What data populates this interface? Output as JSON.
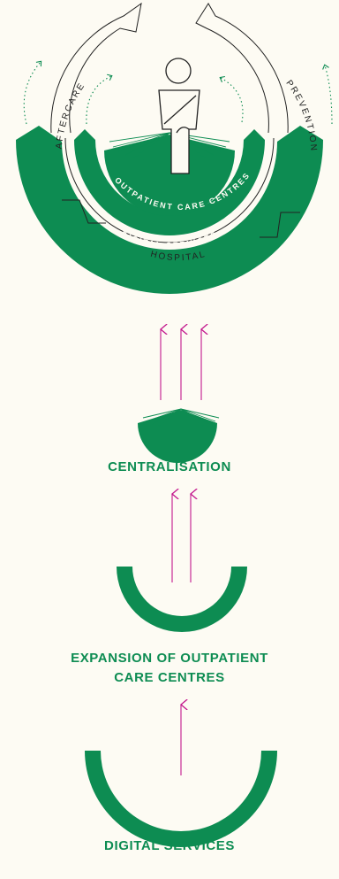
{
  "colors": {
    "green": "#0d8c52",
    "magenta": "#c3178d",
    "background": "#fdfbf3",
    "outline": "#222222"
  },
  "hero": {
    "labels": {
      "aftercare": "AFTERCARE",
      "prevention": "PREVENTION",
      "outpatient": "OUTPATIENT CARE CENTRES",
      "hospital": "HOSPITAL",
      "digital": "DIGITAL SERVICES"
    }
  },
  "stages": [
    {
      "caption": "CENTRALISATION",
      "arrows": 3
    },
    {
      "caption": "EXPANSION OF OUTPATIENT CARE CENTRES",
      "arrows": 2
    },
    {
      "caption": "DIGITAL SERVICES",
      "arrows": 1
    }
  ]
}
